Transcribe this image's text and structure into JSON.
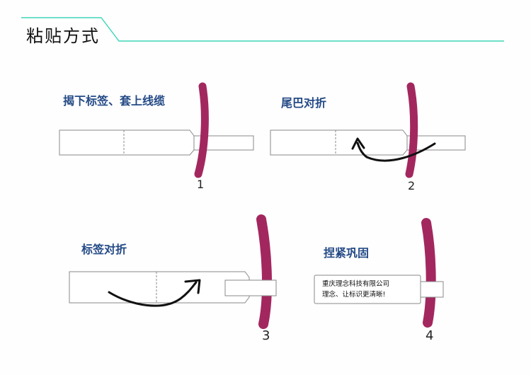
{
  "header": {
    "title": "粘贴方式"
  },
  "steps": [
    {
      "title": "揭下标签、套上线缆",
      "number": "1"
    },
    {
      "title": "尾巴对折",
      "number": "2"
    },
    {
      "title": "标签对折",
      "number": "3"
    },
    {
      "title": "捏紧巩固",
      "number": "4"
    }
  ],
  "label_print": {
    "line1": "重庆理念科技有限公司",
    "line2": "理念、让标识更清晰!"
  },
  "colors": {
    "cable": "#a3275f",
    "accent_line": "#3fd6b7",
    "title_text": "#244a86",
    "label_stroke": "#888888"
  }
}
